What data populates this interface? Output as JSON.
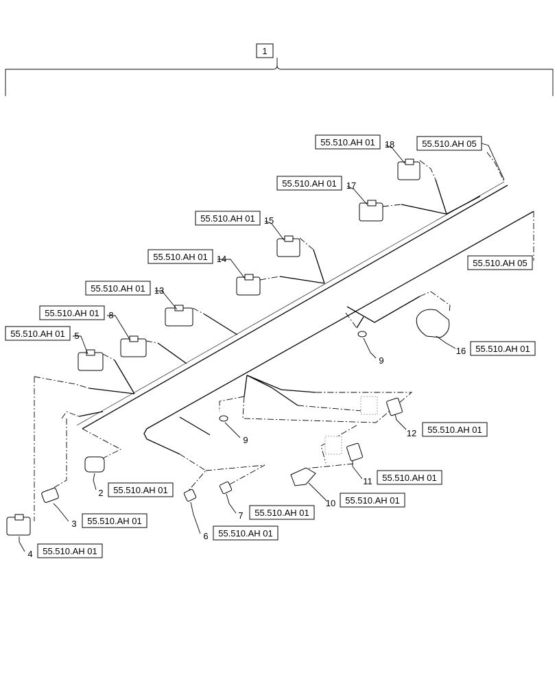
{
  "top_item": "1",
  "callouts": [
    {
      "id": "c18",
      "num": "18",
      "ref": "55.510.AH 01"
    },
    {
      "id": "c05a",
      "num": "",
      "ref": "55.510.AH 05"
    },
    {
      "id": "c17",
      "num": "17",
      "ref": "55.510.AH 01"
    },
    {
      "id": "c15",
      "num": "15",
      "ref": "55.510.AH 01"
    },
    {
      "id": "c05b",
      "num": "",
      "ref": "55.510.AH 05"
    },
    {
      "id": "c14",
      "num": "14",
      "ref": "55.510.AH 01"
    },
    {
      "id": "c13",
      "num": "13",
      "ref": "55.510.AH 01"
    },
    {
      "id": "c8",
      "num": "8",
      "ref": "55.510.AH 01"
    },
    {
      "id": "c5",
      "num": "5",
      "ref": "55.510.AH 01"
    },
    {
      "id": "c16",
      "num": "16",
      "ref": "55.510.AH 01"
    },
    {
      "id": "c9a",
      "num": "9",
      "ref": ""
    },
    {
      "id": "c9b",
      "num": "9",
      "ref": ""
    },
    {
      "id": "c12",
      "num": "12",
      "ref": "55.510.AH 01"
    },
    {
      "id": "c11",
      "num": "11",
      "ref": "55.510.AH 01"
    },
    {
      "id": "c10",
      "num": "10",
      "ref": "55.510.AH 01"
    },
    {
      "id": "c2",
      "num": "2",
      "ref": "55.510.AH 01"
    },
    {
      "id": "c3",
      "num": "3",
      "ref": "55.510.AH 01"
    },
    {
      "id": "c7",
      "num": "7",
      "ref": "55.510.AH 01"
    },
    {
      "id": "c6",
      "num": "6",
      "ref": "55.510.AH 01"
    },
    {
      "id": "c4",
      "num": "4",
      "ref": "55.510.AH 01"
    }
  ]
}
